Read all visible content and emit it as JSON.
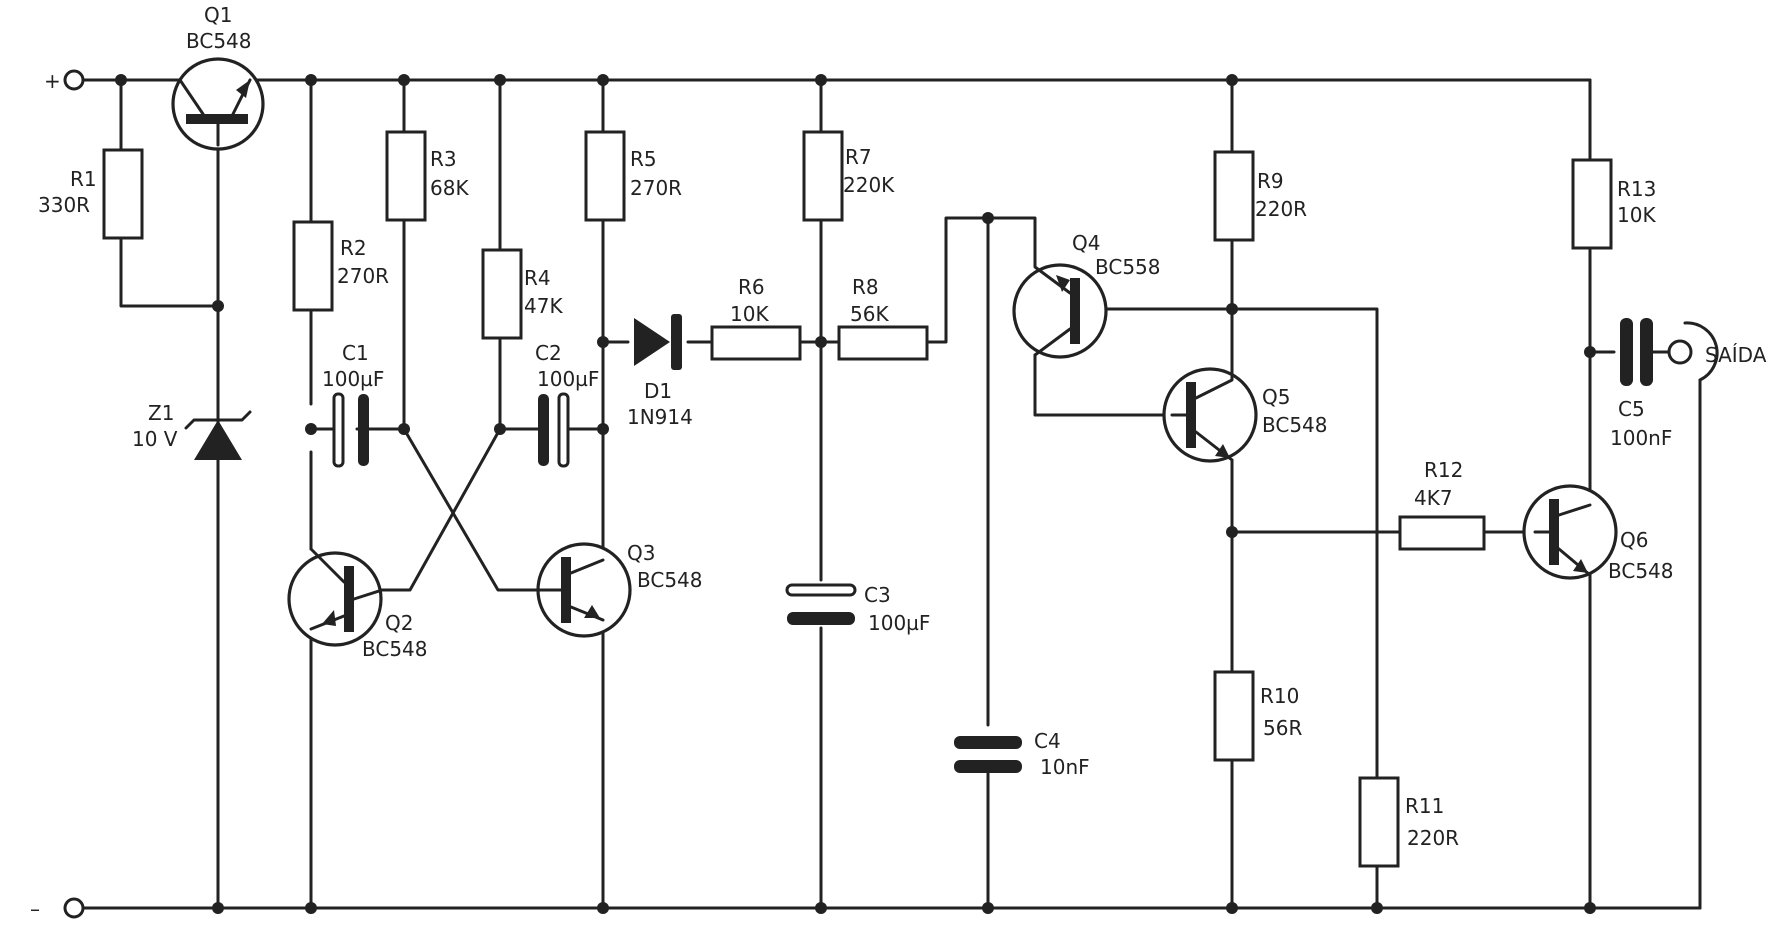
{
  "terminals": {
    "plus": "+",
    "minus": "–",
    "output": "SAÍDA"
  },
  "components": {
    "Q1": {
      "ref": "Q1",
      "value": "BC548"
    },
    "Q2": {
      "ref": "Q2",
      "value": "BC548"
    },
    "Q3": {
      "ref": "Q3",
      "value": "BC548"
    },
    "Q4": {
      "ref": "Q4",
      "value": "BC558"
    },
    "Q5": {
      "ref": "Q5",
      "value": "BC548"
    },
    "Q6": {
      "ref": "Q6",
      "value": "BC548"
    },
    "R1": {
      "ref": "R1",
      "value": "330R"
    },
    "R2": {
      "ref": "R2",
      "value": "270R"
    },
    "R3": {
      "ref": "R3",
      "value": "68K"
    },
    "R4": {
      "ref": "R4",
      "value": "47K"
    },
    "R5": {
      "ref": "R5",
      "value": "270R"
    },
    "R6": {
      "ref": "R6",
      "value": "10K"
    },
    "R7": {
      "ref": "R7",
      "value": "220K"
    },
    "R8": {
      "ref": "R8",
      "value": "56K"
    },
    "R9": {
      "ref": "R9",
      "value": "220R"
    },
    "R10": {
      "ref": "R10",
      "value": "56R"
    },
    "R11": {
      "ref": "R11",
      "value": "220R"
    },
    "R12": {
      "ref": "R12",
      "value": "4K7"
    },
    "R13": {
      "ref": "R13",
      "value": "10K"
    },
    "C1": {
      "ref": "C1",
      "value": "100µF"
    },
    "C2": {
      "ref": "C2",
      "value": "100µF"
    },
    "C3": {
      "ref": "C3",
      "value": "100µF"
    },
    "C4": {
      "ref": "C4",
      "value": "10nF"
    },
    "C5": {
      "ref": "C5",
      "value": "100nF"
    },
    "D1": {
      "ref": "D1",
      "value": "1N914"
    },
    "Z1": {
      "ref": "Z1",
      "value": "10 V"
    }
  }
}
